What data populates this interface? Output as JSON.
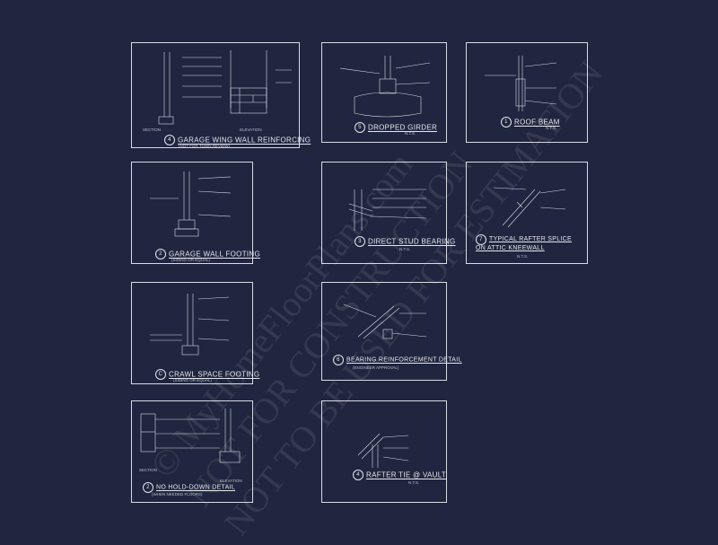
{
  "sheets": [
    {
      "num": "4",
      "title": "Garage Wing Wall Reinforcing",
      "sub": "(NOT FOR TOWN REVIEW)",
      "labels": [
        "SECTION",
        "ELEVATION"
      ]
    },
    {
      "num": "5",
      "title": "Dropped Girder",
      "sub": "N.T.S."
    },
    {
      "num": "1",
      "title": "Roof Beam",
      "sub": "N.T.S."
    },
    {
      "num": "2",
      "title": "Garage Wall Footing",
      "sub": "(SIDING OR EQUAL)"
    },
    {
      "num": "3",
      "title": "Direct Stud Bearing",
      "sub": "N.T.S."
    },
    {
      "num": "7",
      "title": "Typical Rafter Splice on Attic Kneewall",
      "sub": "N.T.S."
    },
    {
      "num": "C",
      "title": "Crawl Space Footing",
      "sub": "(SIDING OR EQUAL)"
    },
    {
      "num": "6",
      "title": "Bearing Reinforcement Detail",
      "sub": "(ENGINEER APPROVAL)"
    },
    {
      "num": "2",
      "title": "No Hold-Down Detail",
      "sub": "(WHEN NEEDED FLOORS)",
      "labels": [
        "SECTION",
        "ELEVATION"
      ]
    },
    {
      "num": "4",
      "title": "Rafter Tie @ Vault",
      "sub": "N.T.S."
    }
  ],
  "watermark": {
    "line1": "© MyHomeFloorPlans.com",
    "line2": "NOT FOR CONSTRUCTION",
    "line3": "NOT TO BE USED FOR ESTIMATION"
  },
  "colors": {
    "background": "#20263f",
    "linework": "#d8dbe6"
  }
}
